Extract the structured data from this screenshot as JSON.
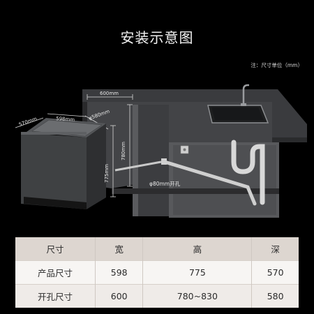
{
  "title": "安装示意图",
  "note": "注：尺寸单位（mm）",
  "diagram_labels": {
    "depth_570": "570mm",
    "width_598": "598mm",
    "hole_580": "φ580mm",
    "cab_600": "600mm",
    "height_780": "780mm",
    "height_775": "775mm",
    "pipe_80": "φ80mm开孔"
  },
  "table": {
    "headers": [
      "尺寸",
      "宽",
      "高",
      "深"
    ],
    "rows": [
      {
        "label": "产品尺寸",
        "cells": [
          "598",
          "775",
          "570"
        ]
      },
      {
        "label": "开孔尺寸",
        "cells": [
          "600",
          "780~830",
          "580"
        ]
      }
    ]
  }
}
